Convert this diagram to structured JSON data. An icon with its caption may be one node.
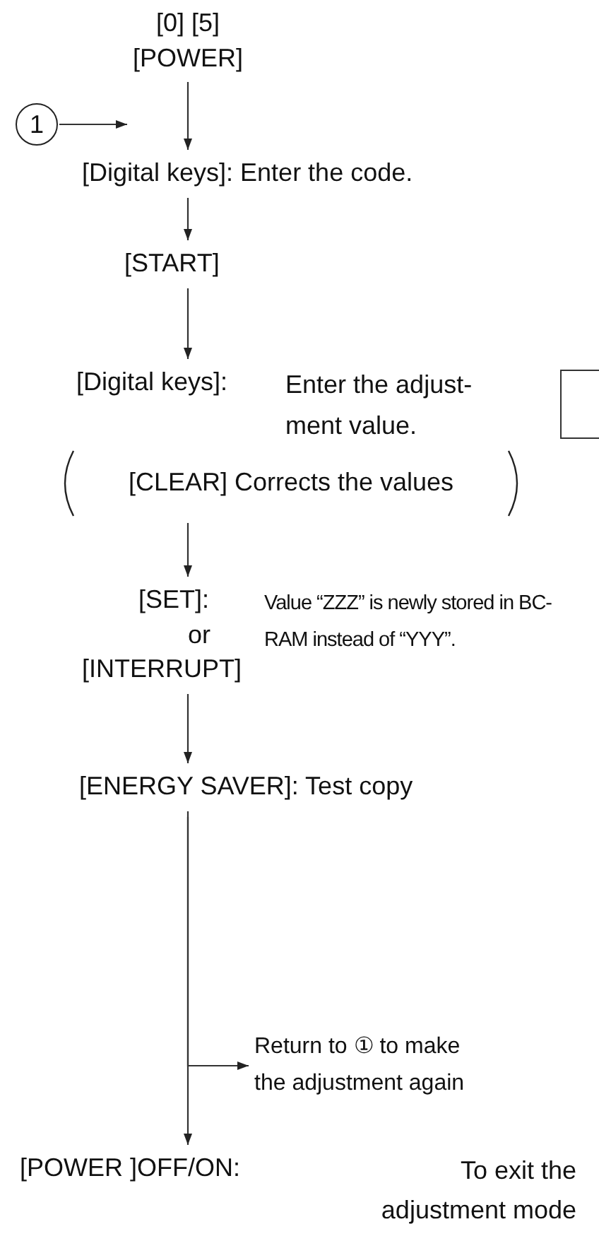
{
  "diagram": {
    "nodes": [
      {
        "text": [
          "[0] [5]",
          "[POWER]"
        ]
      },
      {
        "text": [
          "1"
        ]
      },
      {
        "text": [
          "[Digital keys]: Enter the code."
        ]
      },
      {
        "text": [
          "[START]"
        ]
      },
      {
        "text": [
          "[Digital keys]:",
          "Enter the adjust-ment value."
        ]
      },
      {
        "text": [
          "[CLEAR] Corrects the values"
        ]
      },
      {
        "text": [
          "[SET]:",
          "or",
          "[INTERRUPT]",
          "Value “ZZZ” is newly stored in BC-RAM instead of “YYY”."
        ]
      },
      {
        "text": [
          "[ENERGY SAVER]: Test copy"
        ]
      },
      {
        "text": [
          "Return to ① to make the adjustment again"
        ]
      },
      {
        "text": [
          "[POWER ]OFF/ON:",
          "To exit the adjustment mode"
        ]
      }
    ],
    "edges": [
      {
        "from": 0,
        "to": 2,
        "arrow": "to"
      },
      {
        "from": 1,
        "to": 2,
        "arrow": "to"
      },
      {
        "from": 2,
        "to": 3,
        "arrow": "to"
      },
      {
        "from": 3,
        "to": 4,
        "arrow": "to"
      },
      {
        "from": 5,
        "to": 6,
        "arrow": "to"
      },
      {
        "from": 6,
        "to": 7,
        "arrow": "to"
      },
      {
        "from": 7,
        "to": 9,
        "arrow": "to"
      },
      {
        "from": 7,
        "to": 8,
        "arrow": "to"
      }
    ]
  }
}
